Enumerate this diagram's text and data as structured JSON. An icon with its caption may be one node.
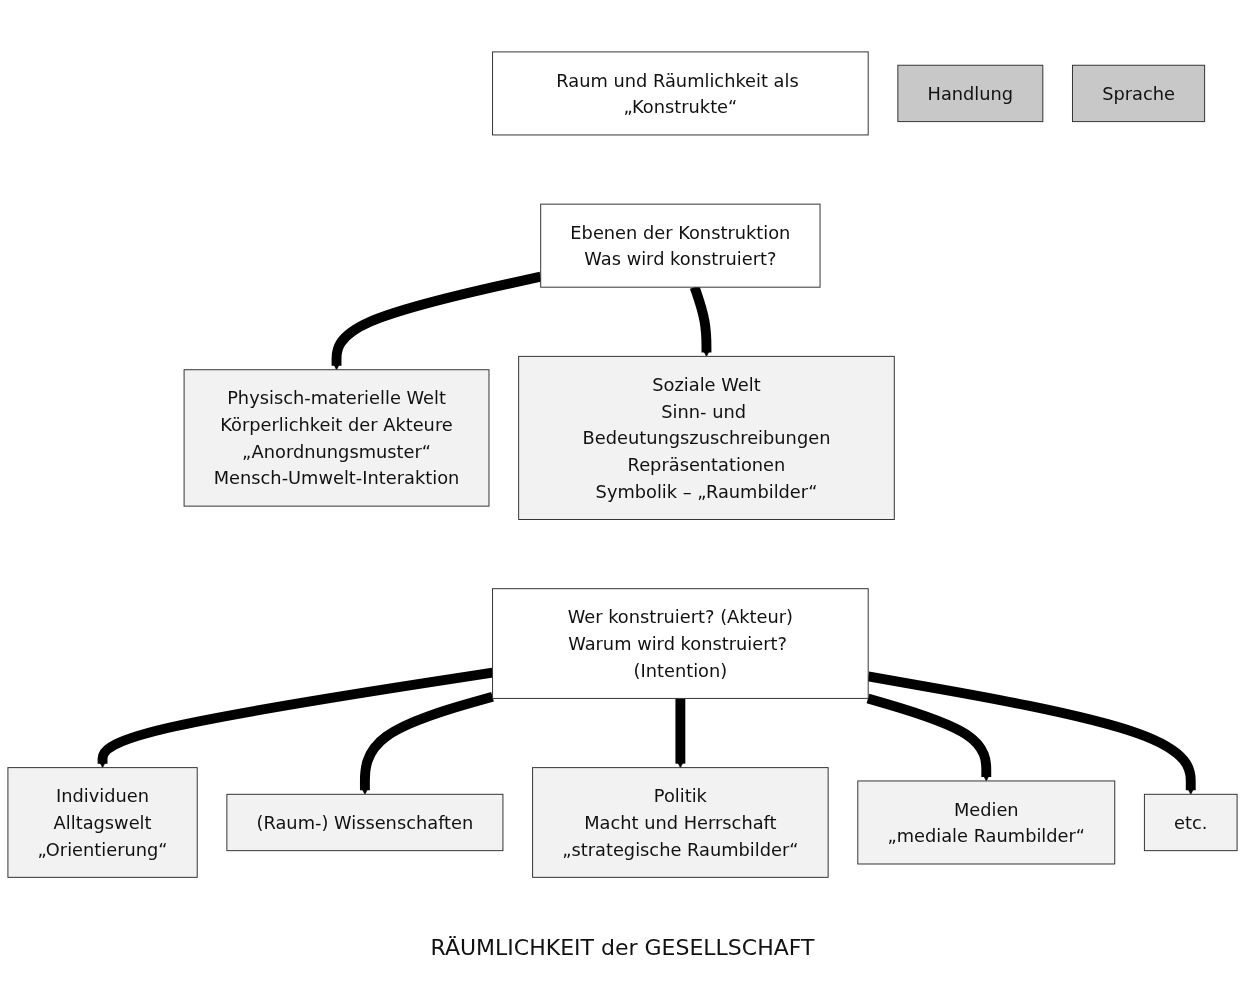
{
  "diagram": {
    "nodes": [
      {
        "text": [
          "Raum und Räumlichkeit als „Konstrukte“"
        ]
      },
      {
        "text": [
          "Ebenen der Konstruktion",
          "Was wird konstruiert?"
        ]
      },
      {
        "text": [
          "Handlung"
        ]
      },
      {
        "text": [
          "Sprache"
        ]
      },
      {
        "text": [
          "Physisch-materielle Welt",
          "Körperlichkeit der Akteure",
          "„Anordnungsmuster“",
          "Mensch-Umwelt-Interaktion"
        ]
      },
      {
        "text": [
          "Soziale Welt",
          "Sinn- und Bedeutungszuschreibungen",
          "Repräsentationen",
          "Symbolik – „Raumbilder“"
        ]
      },
      {
        "text": [
          "Individuen",
          "Alltagswelt",
          "„Orientierung“"
        ]
      },
      {
        "text": [
          "(Raum-) Wissenschaften"
        ]
      },
      {
        "text": [
          "Politik",
          "Macht und Herrschaft",
          "„strategische Raumbilder“"
        ]
      },
      {
        "text": [
          "Medien",
          "„mediale Raumbilder“"
        ]
      },
      {
        "text": [
          "etc."
        ]
      },
      {
        "text": [
          "Wer konstruiert? (Akteur)",
          "Warum wird konstruiert? (Intention)"
        ]
      }
    ],
    "edges": [
      {
        "from": 1,
        "to": 4,
        "arrow": "to"
      },
      {
        "from": 1,
        "to": 5,
        "arrow": "to"
      },
      {
        "from": 11,
        "to": 6,
        "arrow": "to"
      },
      {
        "from": 11,
        "to": 7,
        "arrow": "to"
      },
      {
        "from": 11,
        "to": 8,
        "arrow": "to"
      },
      {
        "from": 11,
        "to": 9,
        "arrow": "to"
      },
      {
        "from": 11,
        "to": 10,
        "arrow": "to"
      }
    ],
    "labels": [
      "RÄUMLICHKEIT der GESELLSCHAFT"
    ]
  }
}
